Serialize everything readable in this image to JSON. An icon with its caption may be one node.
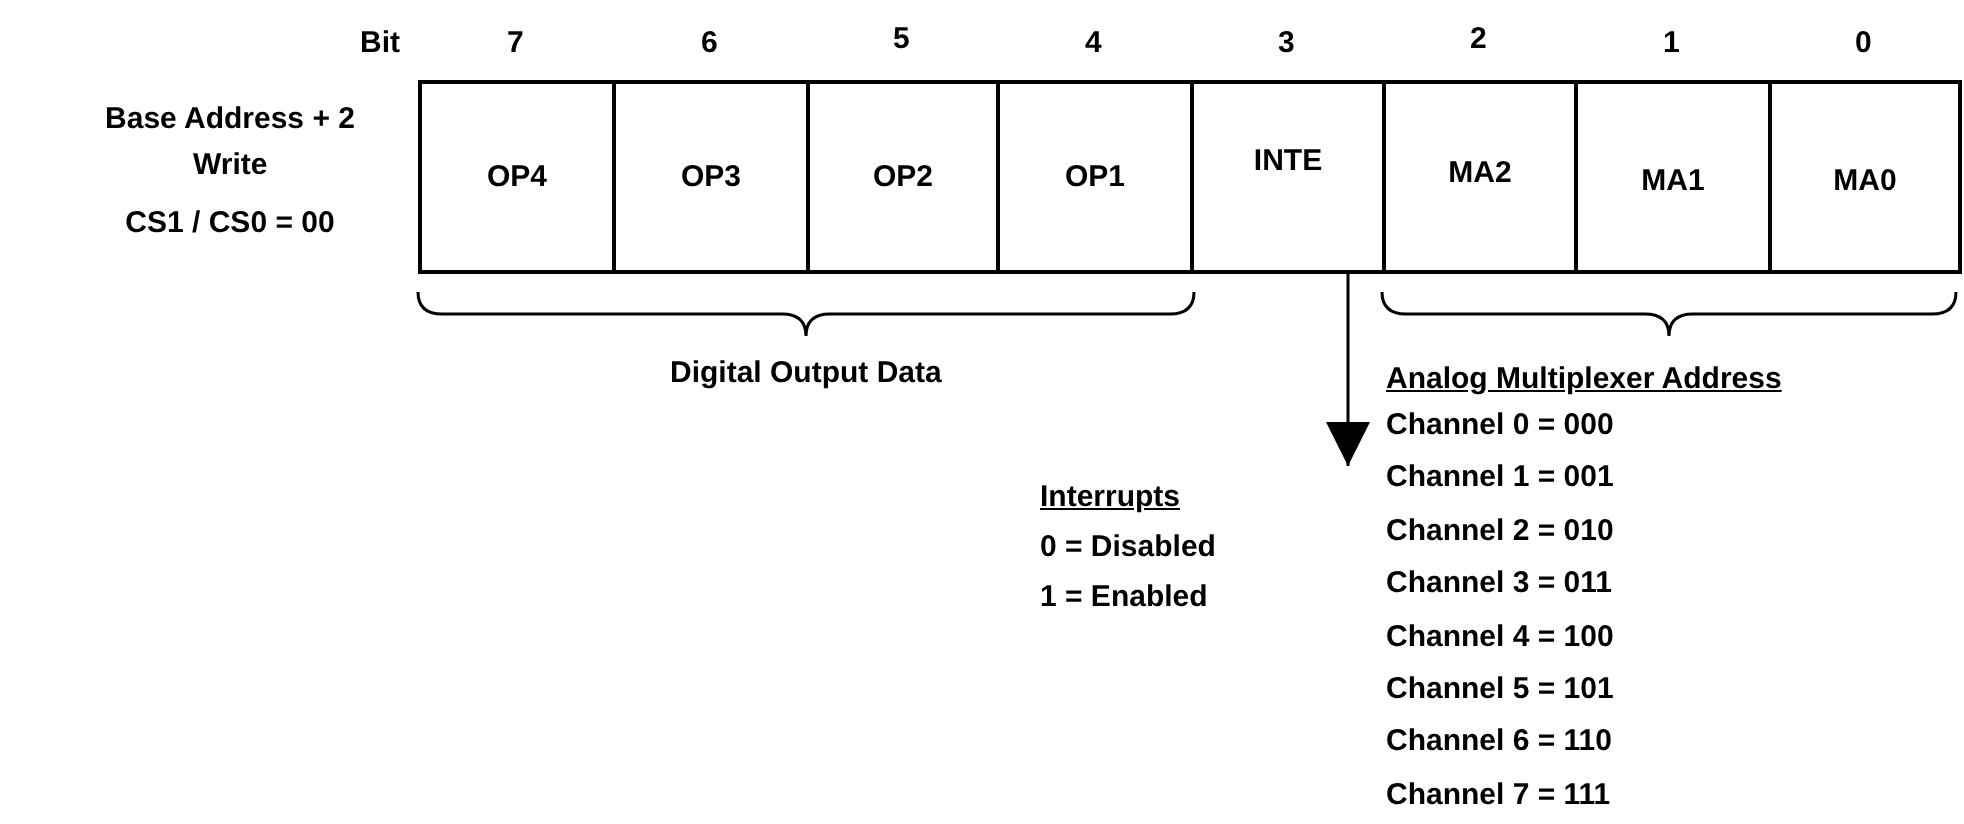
{
  "diagram": {
    "nodes": [
      {
        "text": [
          "OP4"
        ]
      },
      {
        "text": [
          "OP3"
        ]
      },
      {
        "text": [
          "OP2"
        ]
      },
      {
        "text": [
          "OP1"
        ]
      },
      {
        "text": [
          "INTE"
        ]
      },
      {
        "text": [
          "MA2"
        ]
      },
      {
        "text": [
          "MA1"
        ]
      },
      {
        "text": [
          "MA0"
        ]
      },
      {
        "text": [
          "Interrupts",
          "0 = Disabled",
          "1 = Enabled"
        ]
      }
    ],
    "edges": [
      {
        "from": 4,
        "to": 8,
        "arrow": "to"
      }
    ],
    "labels": [
      "Bit",
      "7",
      "6",
      "5",
      "4",
      "3",
      "2",
      "1",
      "0",
      "Base Address + 2",
      "Write",
      "CS1 / CS0 = 00",
      "Digital Output Data",
      "Analog Multiplexer Address",
      "Channel 0 = 000",
      "Channel 1 = 001",
      "Channel 2 = 010",
      "Channel 3 = 011",
      "Channel 4 = 100",
      "Channel 5 = 101",
      "Channel 6 = 110",
      "Channel 7 = 111"
    ]
  }
}
